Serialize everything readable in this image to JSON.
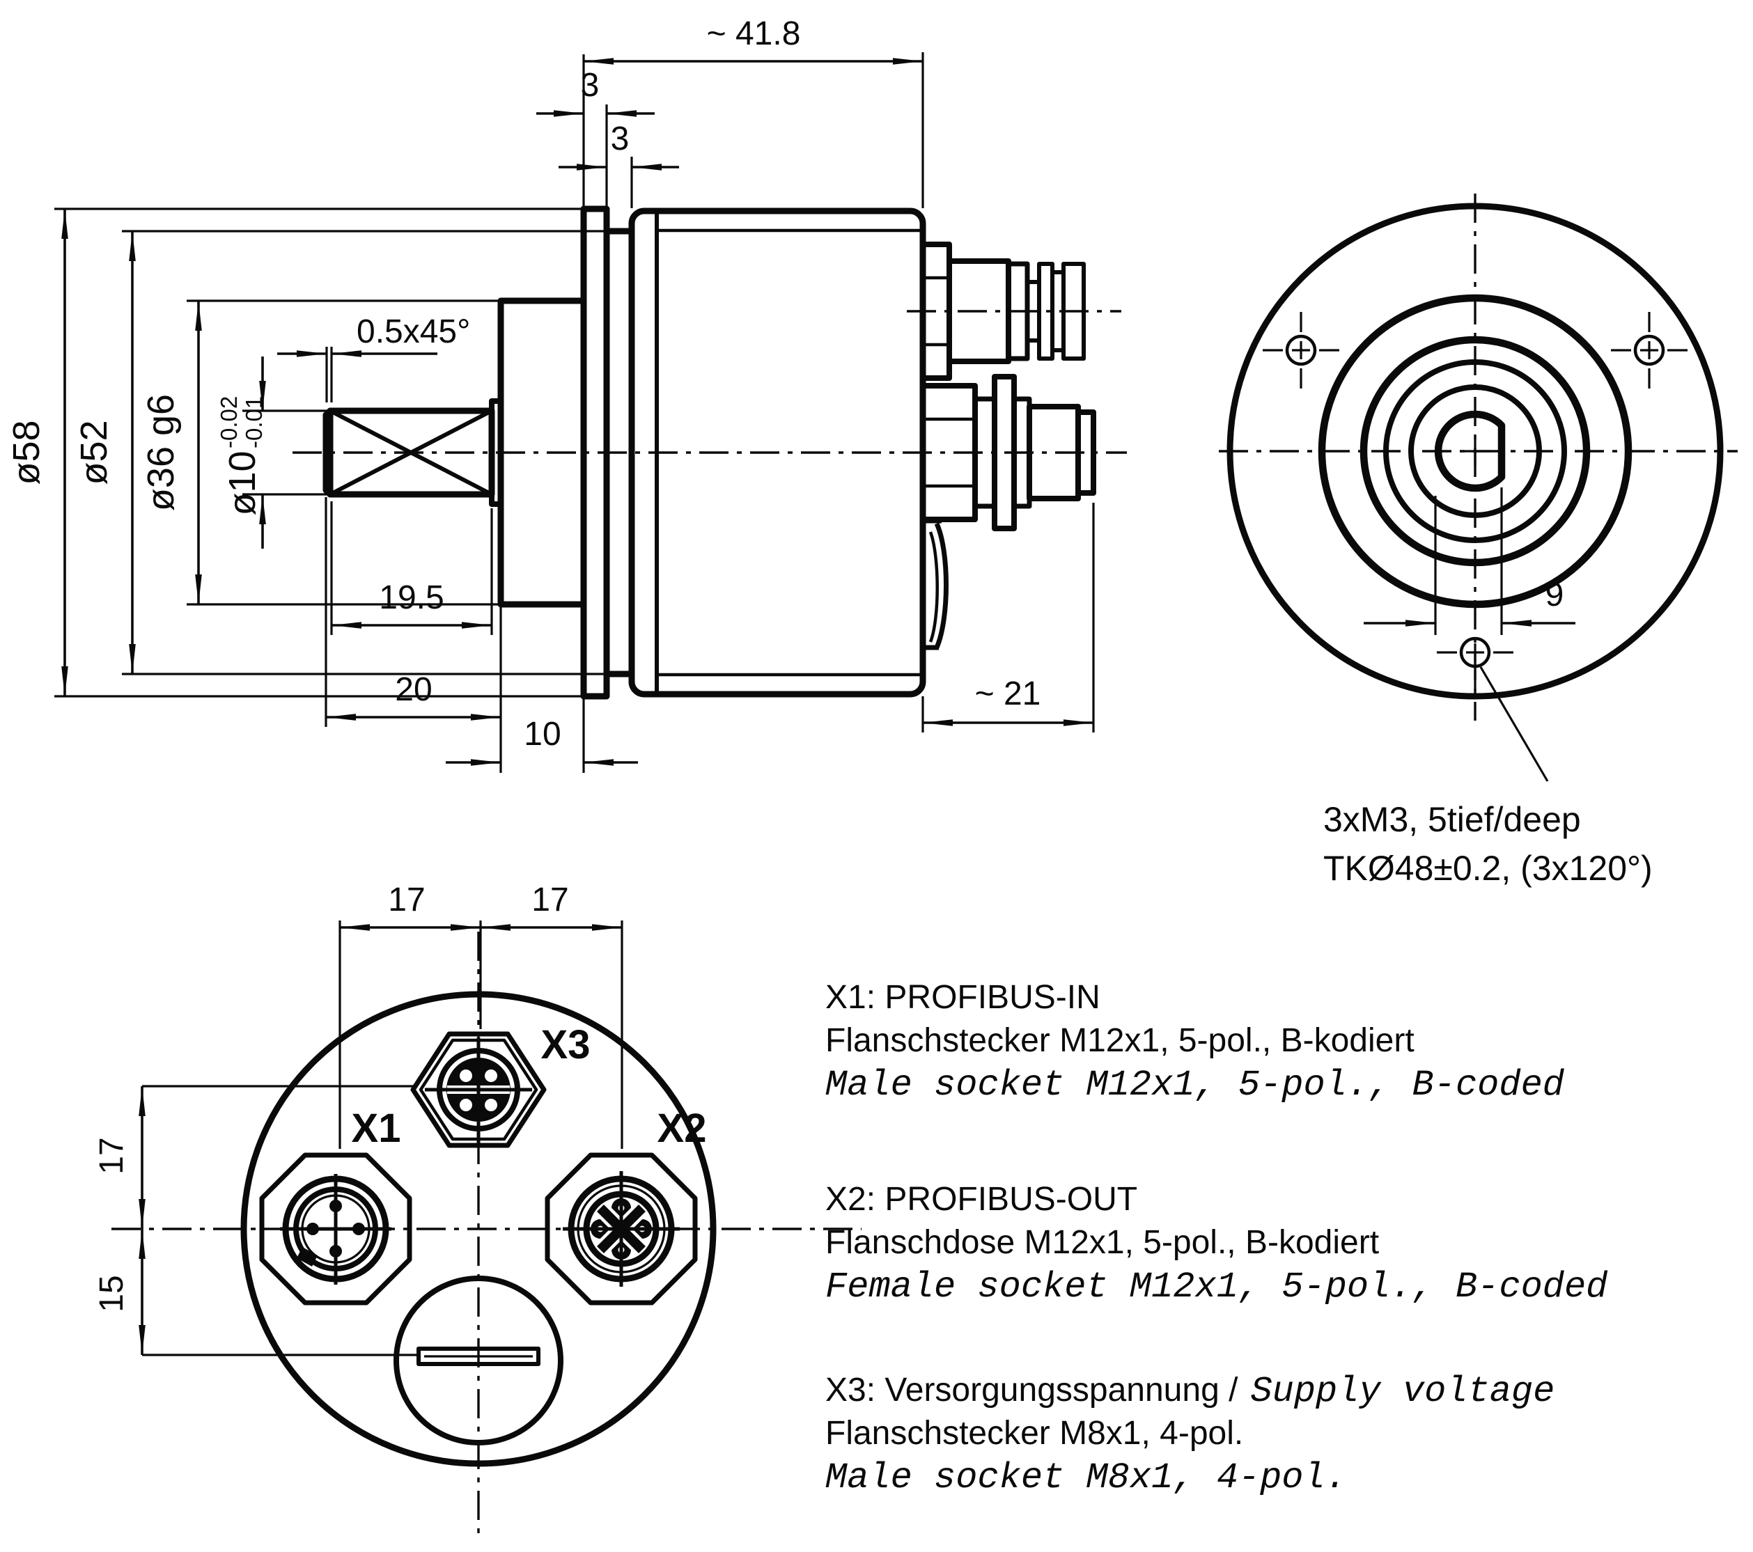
{
  "side_view": {
    "dim_41_8": "~ 41.8",
    "dim_3_flange": "3",
    "dim_3_neck": "3",
    "dim_d58": "ø58",
    "dim_d52": "ø52",
    "dim_d36": "ø36 g6",
    "dim_d10": "ø10",
    "dim_d10_tol_up": "-0.02",
    "dim_d10_tol_low": "-0.01",
    "dim_chamfer": "0.5x45°",
    "dim_19_5": "19.5",
    "dim_20": "20",
    "dim_10": "10",
    "dim_21": "~ 21"
  },
  "front_view": {
    "dim_9": "9",
    "note_line1": "3xM3, 5tief/deep",
    "note_line2": "TKØ48±0.2, (3x120°)"
  },
  "rear_view": {
    "label_x1": "X1",
    "label_x2": "X2",
    "label_x3": "X3",
    "dim_17_top_left": "17",
    "dim_17_top_right": "17",
    "dim_17_left": "17",
    "dim_15_left": "15"
  },
  "legend": {
    "x1_title": "X1: PROFIBUS-IN",
    "x1_de": "Flanschstecker M12x1, 5-pol., B-kodiert",
    "x1_en": "Male socket M12x1, 5-pol., B-coded",
    "x2_title": "X2: PROFIBUS-OUT",
    "x2_de": "Flanschdose M12x1, 5-pol., B-kodiert",
    "x2_en": "Female socket M12x1, 5-pol., B-coded",
    "x3_title_de": "X3: Versorgungsspannung /",
    "x3_title_en": "Supply voltage",
    "x3_de": "Flanschstecker M8x1, 4-pol.",
    "x3_en": "Male socket M8x1, 4-pol."
  }
}
